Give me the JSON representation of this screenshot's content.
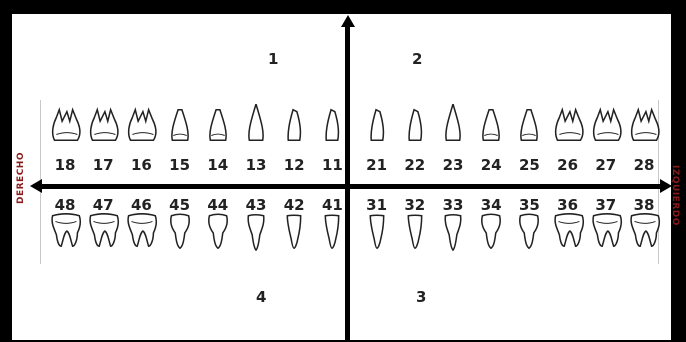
{
  "quadrants": {
    "q1": "1",
    "q2": "2",
    "q3": "3",
    "q4": "4"
  },
  "sides": {
    "right": "DERECHO",
    "left": "IZQUIERDO"
  },
  "upper_teeth": [
    {
      "number": "18",
      "type": "molar"
    },
    {
      "number": "17",
      "type": "molar"
    },
    {
      "number": "16",
      "type": "molar"
    },
    {
      "number": "15",
      "type": "premolar"
    },
    {
      "number": "14",
      "type": "premolar"
    },
    {
      "number": "13",
      "type": "canine"
    },
    {
      "number": "12",
      "type": "incisor"
    },
    {
      "number": "11",
      "type": "incisor"
    },
    {
      "number": "21",
      "type": "incisor"
    },
    {
      "number": "22",
      "type": "incisor"
    },
    {
      "number": "23",
      "type": "canine"
    },
    {
      "number": "24",
      "type": "premolar"
    },
    {
      "number": "25",
      "type": "premolar"
    },
    {
      "number": "26",
      "type": "molar"
    },
    {
      "number": "27",
      "type": "molar"
    },
    {
      "number": "28",
      "type": "molar"
    }
  ],
  "lower_teeth": [
    {
      "number": "48",
      "type": "molar"
    },
    {
      "number": "47",
      "type": "molar"
    },
    {
      "number": "46",
      "type": "molar"
    },
    {
      "number": "45",
      "type": "premolar"
    },
    {
      "number": "44",
      "type": "premolar"
    },
    {
      "number": "43",
      "type": "canine"
    },
    {
      "number": "42",
      "type": "incisor"
    },
    {
      "number": "41",
      "type": "incisor"
    },
    {
      "number": "31",
      "type": "incisor"
    },
    {
      "number": "32",
      "type": "incisor"
    },
    {
      "number": "33",
      "type": "canine"
    },
    {
      "number": "34",
      "type": "premolar"
    },
    {
      "number": "35",
      "type": "premolar"
    },
    {
      "number": "36",
      "type": "molar"
    },
    {
      "number": "37",
      "type": "molar"
    },
    {
      "number": "38",
      "type": "molar"
    }
  ]
}
